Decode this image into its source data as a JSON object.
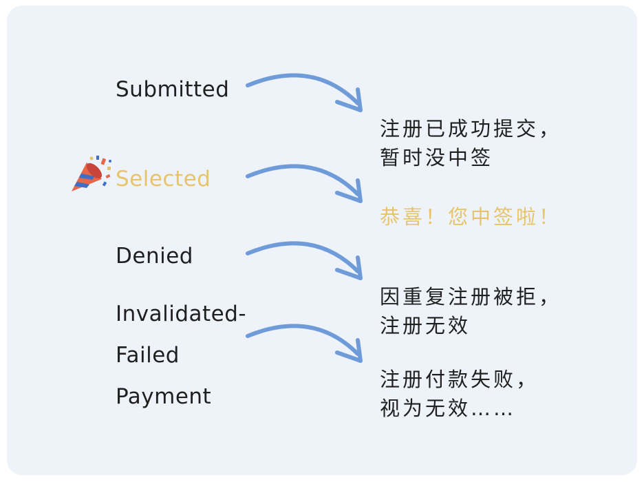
{
  "statuses": [
    {
      "label": "Submitted",
      "color": "#1f1f1f"
    },
    {
      "label": "Selected",
      "color": "#e6c46c",
      "icon": "party-popper-icon"
    },
    {
      "label": "Denied",
      "color": "#1f1f1f"
    },
    {
      "label_lines": [
        "Invalidated-",
        "Failed",
        "Payment"
      ],
      "color": "#1f1f1f"
    }
  ],
  "descriptions": [
    {
      "lines": [
        "注册已成功提交，",
        "暂时没中签"
      ],
      "color": "#1f1f1f"
    },
    {
      "lines": [
        "恭喜！您中签啦！"
      ],
      "color": "#e6c46c"
    },
    {
      "lines": [
        "因重复注册被拒，",
        "注册无效"
      ],
      "color": "#1f1f1f"
    },
    {
      "lines": [
        "注册付款失败，",
        "视为无效……"
      ],
      "color": "#1f1f1f"
    }
  ],
  "colors": {
    "card_background": "#eef3fa",
    "arrow": "#6f9bd8",
    "highlight": "#e6c46c",
    "text": "#1f1f1f"
  }
}
